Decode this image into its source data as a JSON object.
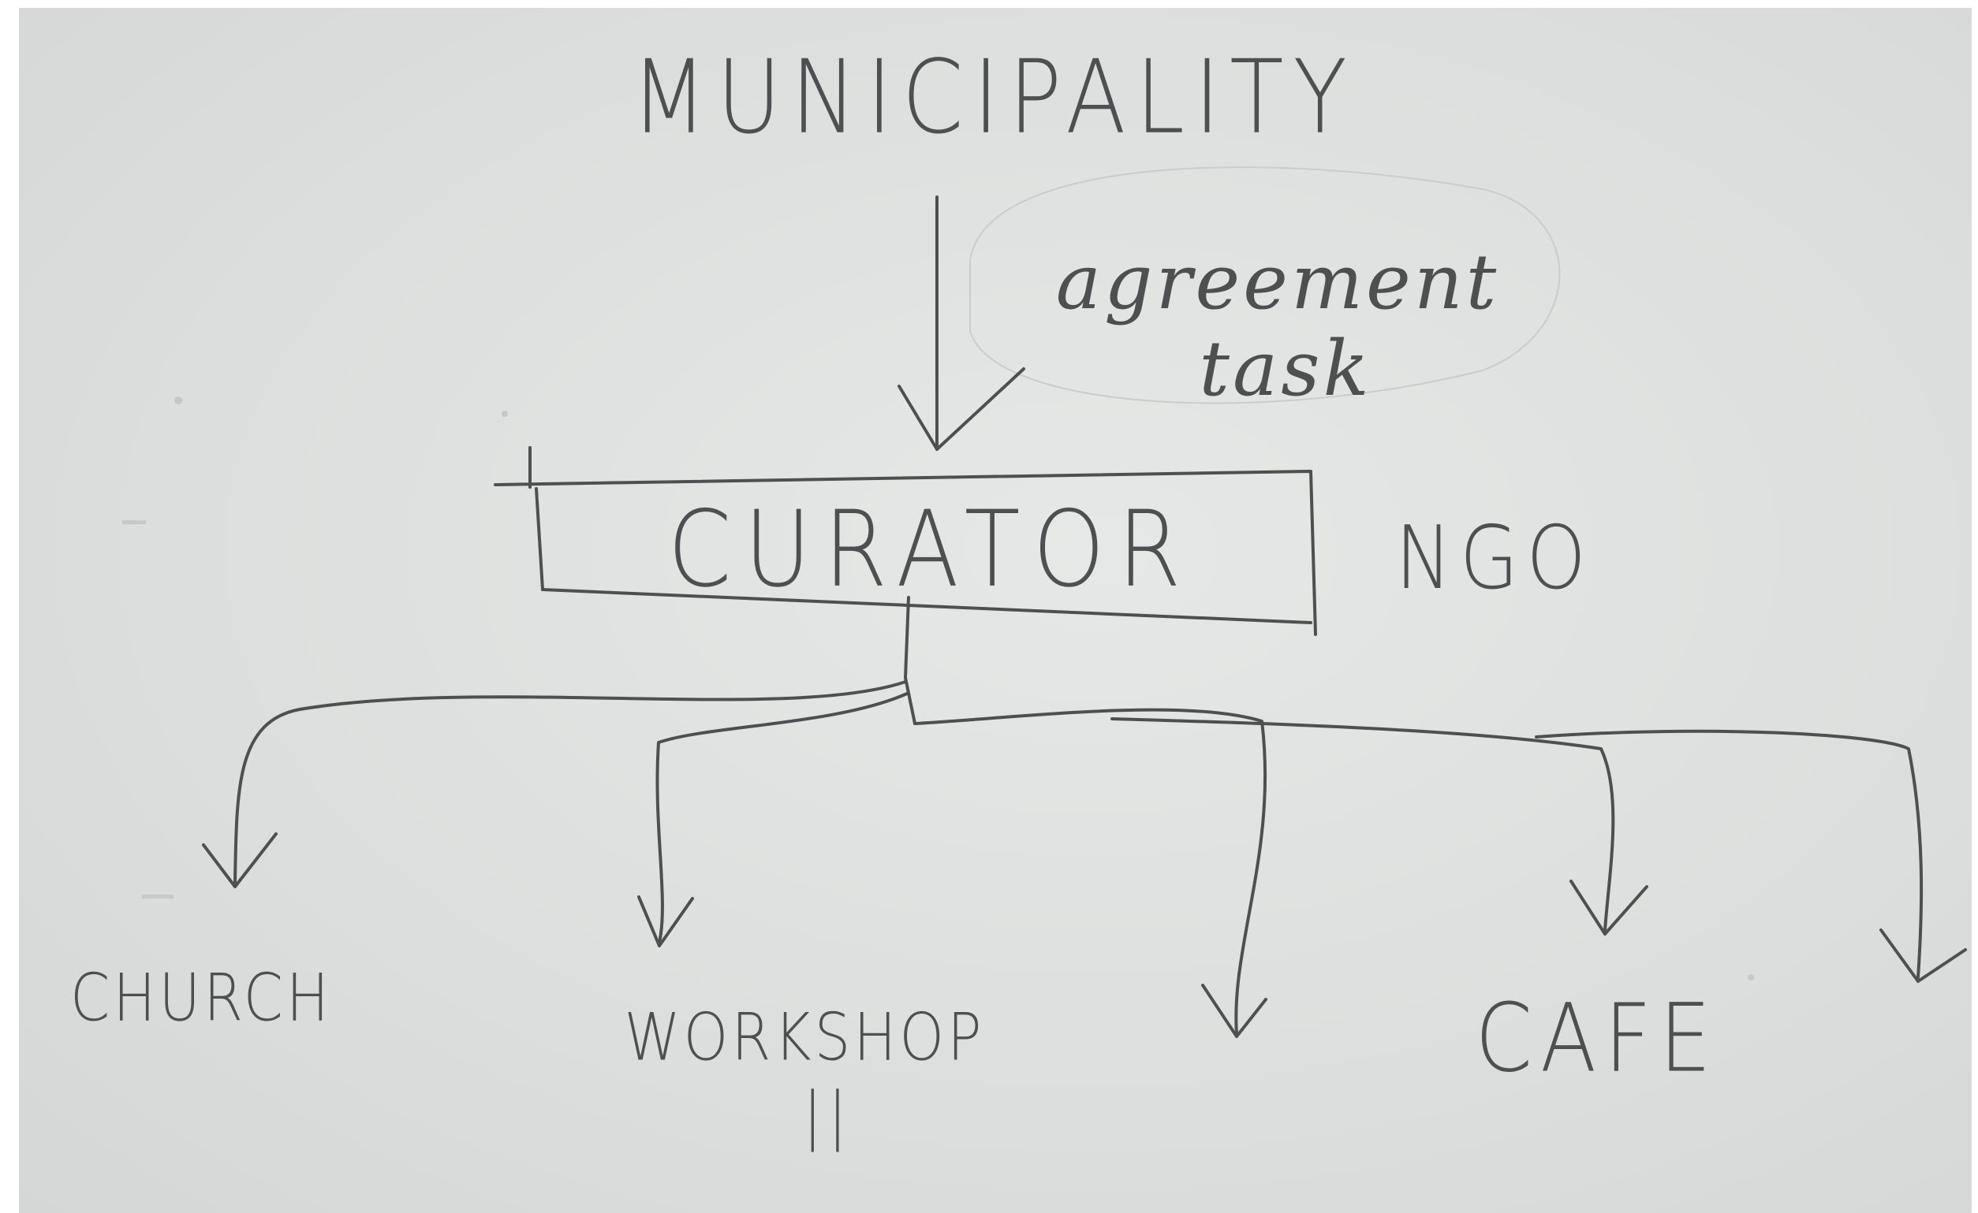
{
  "diagram": {
    "top_node": {
      "label": "MUNICIPALITY"
    },
    "arrow_note": {
      "line1": "agreement",
      "line2": "task"
    },
    "center_node": {
      "label": "CURATOR",
      "side_note": "NGO"
    },
    "children": [
      {
        "label": "CHURCH"
      },
      {
        "label": "WORKSHOP",
        "note": "||"
      },
      {
        "label": ""
      },
      {
        "label": "CAFE"
      },
      {
        "label": ""
      }
    ],
    "colors": {
      "ink": "#4d4f51",
      "paper": "#dfe1e0"
    }
  }
}
